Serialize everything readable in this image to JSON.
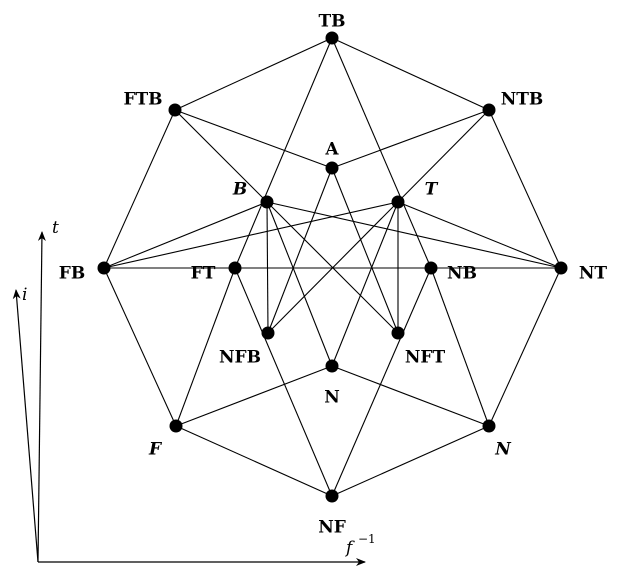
{
  "nodes": [
    {
      "id": "TB",
      "label": "TB",
      "italic": false
    },
    {
      "id": "FTB",
      "label": "FTB",
      "italic": false
    },
    {
      "id": "NTB",
      "label": "NTB",
      "italic": false
    },
    {
      "id": "A",
      "label": "A",
      "italic": false
    },
    {
      "id": "B",
      "label": "B",
      "italic": true
    },
    {
      "id": "T",
      "label": "T",
      "italic": true
    },
    {
      "id": "FB",
      "label": "FB",
      "italic": false
    },
    {
      "id": "FT",
      "label": "FT",
      "italic": false
    },
    {
      "id": "NB",
      "label": "NB",
      "italic": false
    },
    {
      "id": "NT",
      "label": "NT",
      "italic": false
    },
    {
      "id": "NFB",
      "label": "NFB",
      "italic": false
    },
    {
      "id": "NFT",
      "label": "NFT",
      "italic": false
    },
    {
      "id": "N1",
      "label": "N",
      "italic": false
    },
    {
      "id": "F",
      "label": "F",
      "italic": true
    },
    {
      "id": "N2",
      "label": "N",
      "italic": true
    },
    {
      "id": "NF",
      "label": "NF",
      "italic": false
    }
  ],
  "edges": [
    [
      "TB",
      "FTB"
    ],
    [
      "TB",
      "NTB"
    ],
    [
      "TB",
      "FT"
    ],
    [
      "TB",
      "NB"
    ],
    [
      "FTB",
      "FB"
    ],
    [
      "FTB",
      "A"
    ],
    [
      "FTB",
      "NFT"
    ],
    [
      "NTB",
      "NT"
    ],
    [
      "NTB",
      "A"
    ],
    [
      "NTB",
      "NFB"
    ],
    [
      "A",
      "NFB"
    ],
    [
      "A",
      "NFT"
    ],
    [
      "B",
      "FB"
    ],
    [
      "B",
      "NT"
    ],
    [
      "B",
      "NFB"
    ],
    [
      "B",
      "N1"
    ],
    [
      "T",
      "FB"
    ],
    [
      "T",
      "NT"
    ],
    [
      "T",
      "NFT"
    ],
    [
      "T",
      "N1"
    ],
    [
      "FB",
      "F"
    ],
    [
      "FB",
      "NB"
    ],
    [
      "FT",
      "NT"
    ],
    [
      "FT",
      "F"
    ],
    [
      "FT",
      "NF"
    ],
    [
      "NB",
      "N2"
    ],
    [
      "NB",
      "NF"
    ],
    [
      "NT",
      "N2"
    ],
    [
      "N1",
      "F"
    ],
    [
      "N1",
      "N2"
    ],
    [
      "F",
      "NF"
    ],
    [
      "N2",
      "NF"
    ]
  ],
  "axes": {
    "t": "t",
    "i": "i",
    "f": "f",
    "f_exp": "−1"
  }
}
